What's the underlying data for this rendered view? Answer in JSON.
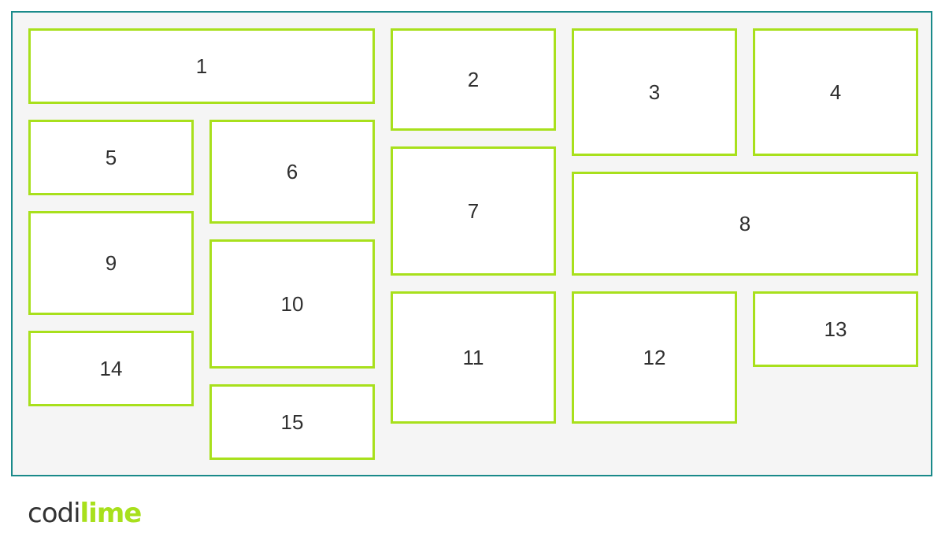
{
  "tiles": [
    "1",
    "2",
    "3",
    "4",
    "5",
    "6",
    "7",
    "8",
    "9",
    "10",
    "11",
    "12",
    "13",
    "14",
    "15"
  ],
  "logo": {
    "part_a": "codi",
    "part_b": "lime"
  },
  "colors": {
    "frame": "#1a8a8a",
    "tile_border": "#a8e01c",
    "background": "#f5f5f5"
  }
}
